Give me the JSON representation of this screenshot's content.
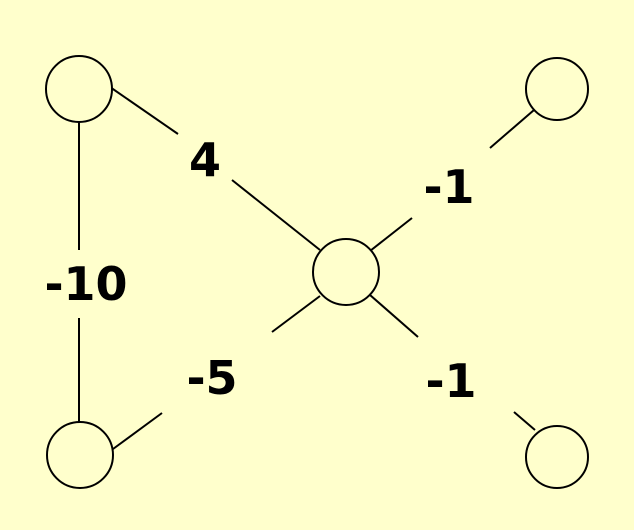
{
  "colors": {
    "background": "#FFFFCC",
    "stroke": "#000000"
  },
  "nodes": [
    {
      "id": "top-left"
    },
    {
      "id": "bottom-left"
    },
    {
      "id": "center"
    },
    {
      "id": "top-right"
    },
    {
      "id": "bottom-right"
    }
  ],
  "edges": [
    {
      "from": "top-left",
      "to": "bottom-left",
      "weight": "-10"
    },
    {
      "from": "top-left",
      "to": "center",
      "weight": "4"
    },
    {
      "from": "center",
      "to": "top-right",
      "weight": "-1"
    },
    {
      "from": "center",
      "to": "bottom-left",
      "weight": "-5"
    },
    {
      "from": "center",
      "to": "bottom-right",
      "weight": "-1"
    }
  ]
}
